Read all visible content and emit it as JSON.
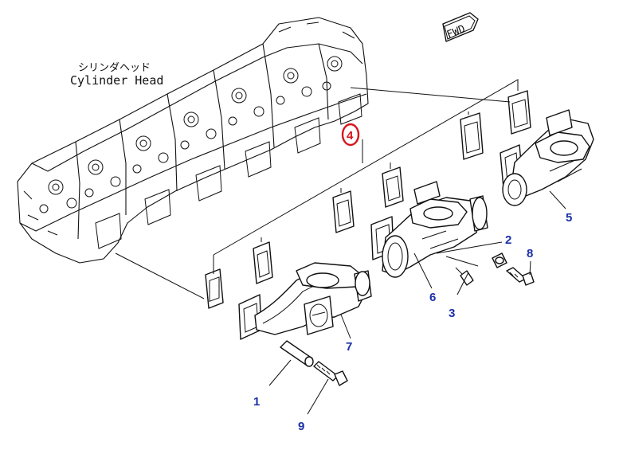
{
  "labels": {
    "cylinder_head_jp": "シリンダヘッド",
    "cylinder_head_en": "Cylinder Head",
    "fwd": "FWD"
  },
  "callouts": [
    {
      "id": "1",
      "text": "1",
      "highlighted": false
    },
    {
      "id": "2",
      "text": "2",
      "highlighted": false
    },
    {
      "id": "3",
      "text": "3",
      "highlighted": false
    },
    {
      "id": "4",
      "text": "4",
      "highlighted": true
    },
    {
      "id": "5",
      "text": "5",
      "highlighted": false
    },
    {
      "id": "6",
      "text": "6",
      "highlighted": false
    },
    {
      "id": "7",
      "text": "7",
      "highlighted": false
    },
    {
      "id": "8",
      "text": "8",
      "highlighted": false
    },
    {
      "id": "9",
      "text": "9",
      "highlighted": false
    }
  ],
  "colors": {
    "callout": "#1a2fa8",
    "highlight": "#d8141b",
    "line": "#111111"
  }
}
